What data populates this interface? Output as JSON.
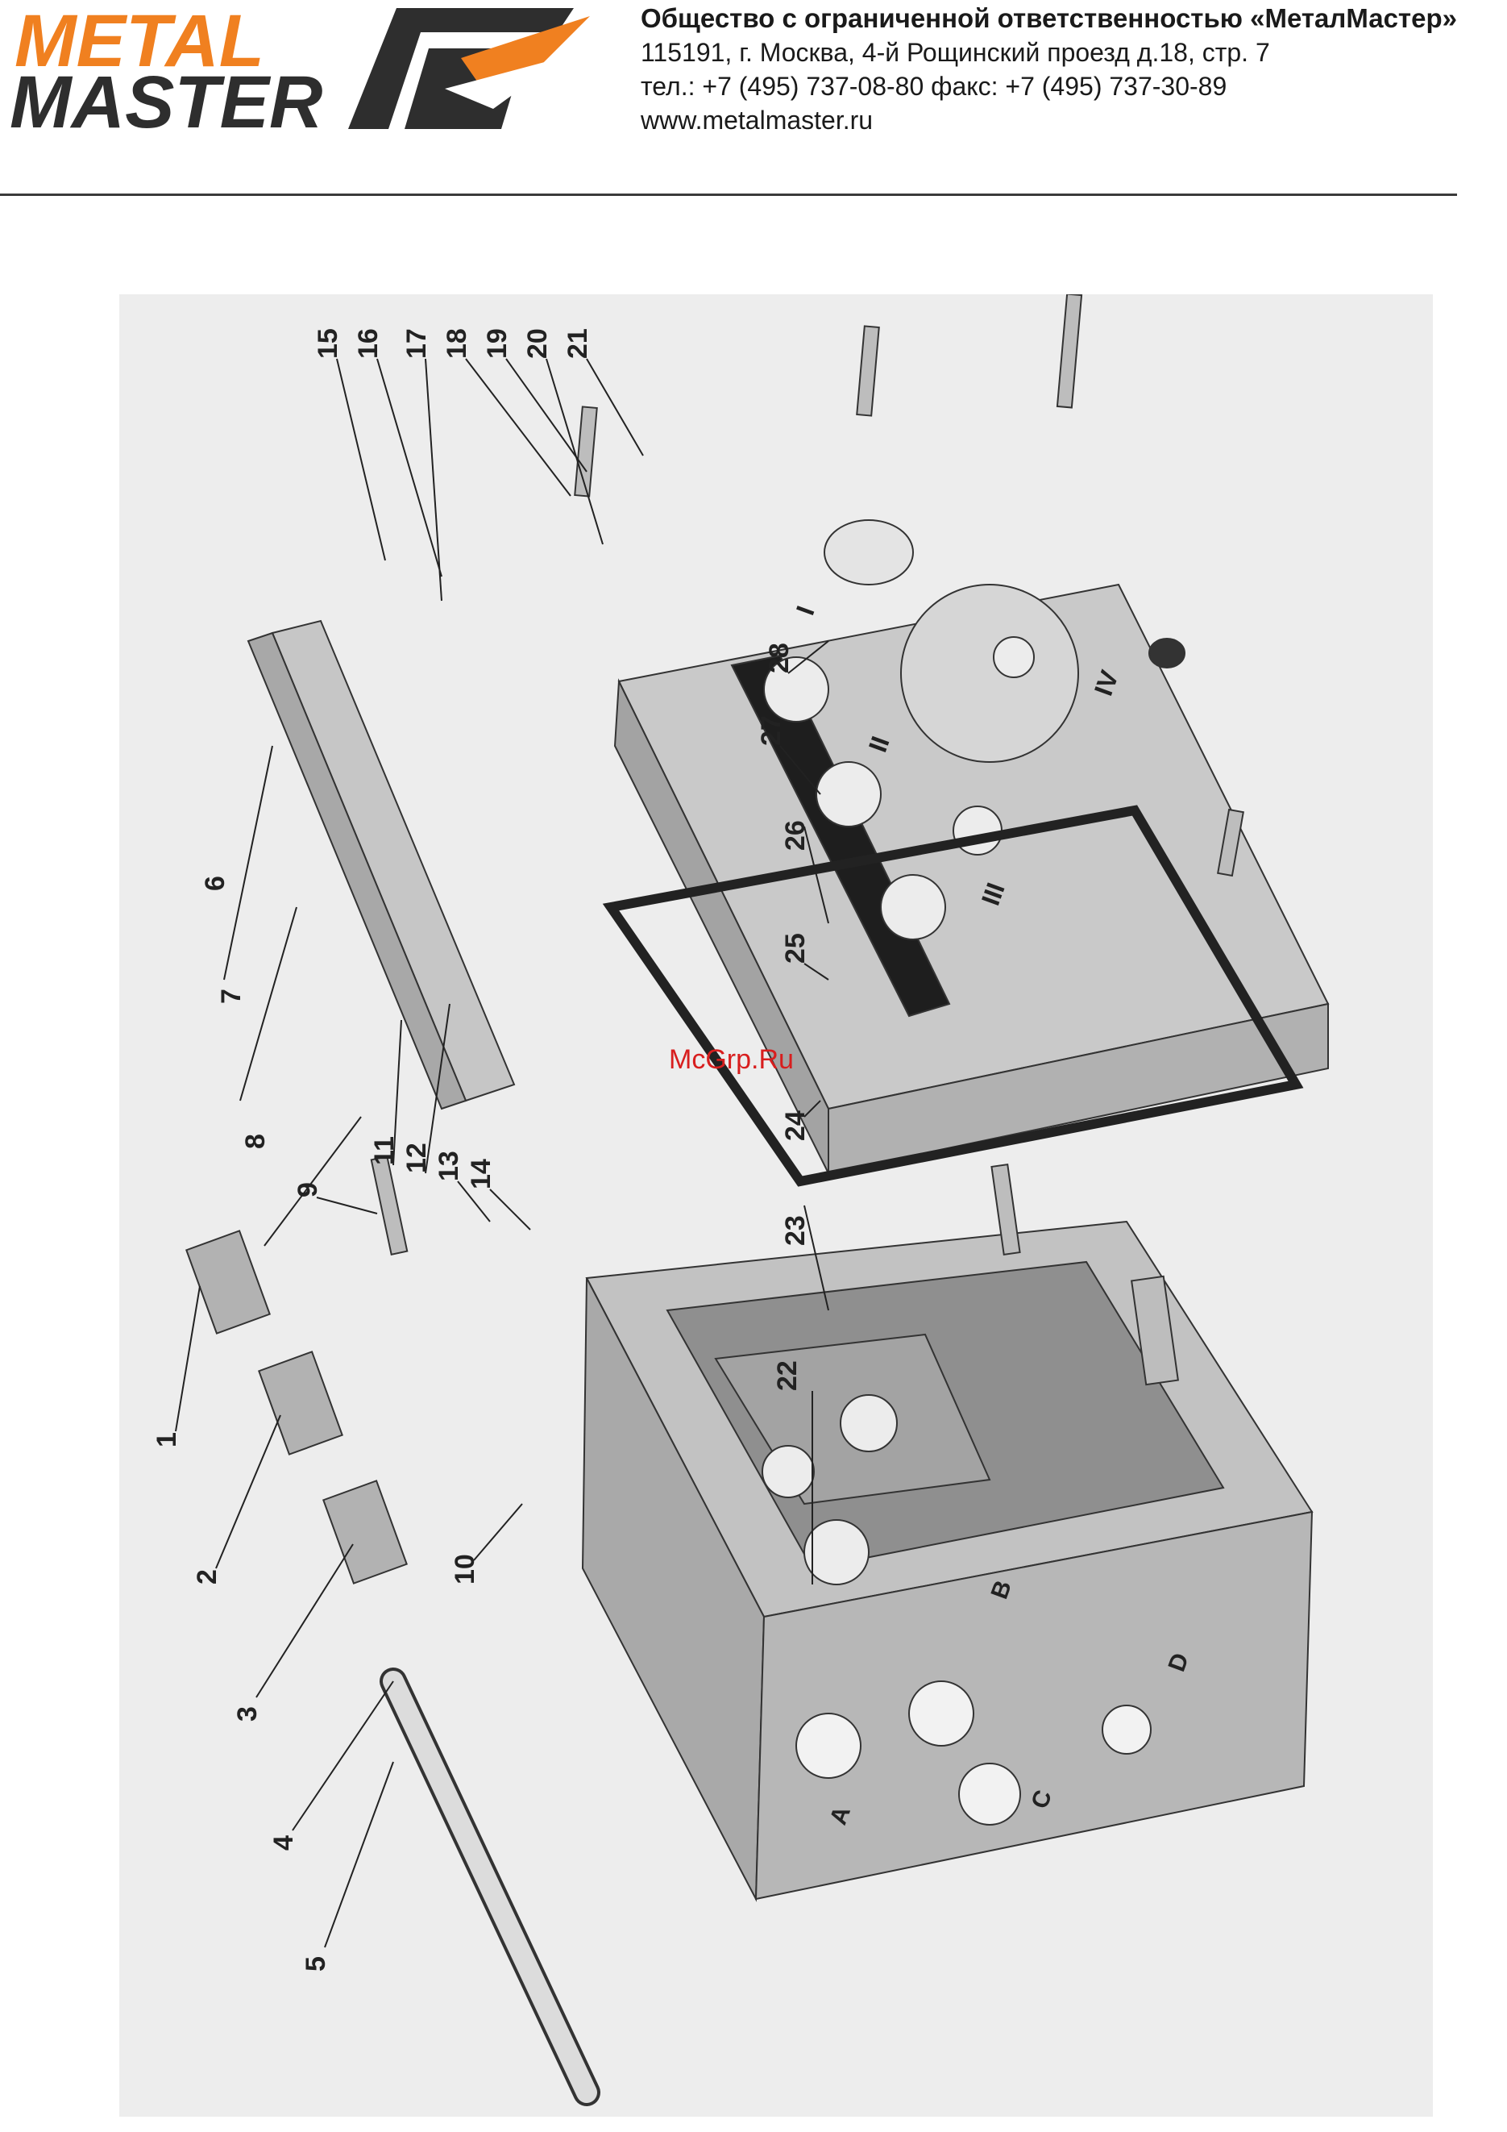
{
  "logo": {
    "line1": "METAL",
    "line2": "MASTER",
    "colors": {
      "orange": "#f08020",
      "gray": "#2e2e2e"
    }
  },
  "company": {
    "name": "Общество с ограниченной ответственностью «МеталМастер»",
    "address": "115191, г. Москва, 4-й Рощинский проезд д.18, стр. 7",
    "phones": "тел.: +7 (495) 737-08-80   факс: +7 (495) 737-30-89",
    "website": "www.metalmaster.ru"
  },
  "watermark": "McGrp.Ru",
  "diagram": {
    "part_numbers": [
      "1",
      "2",
      "3",
      "4",
      "5",
      "6",
      "7",
      "8",
      "9",
      "10",
      "11",
      "12",
      "13",
      "14",
      "15",
      "16",
      "17",
      "18",
      "19",
      "20",
      "21",
      "22",
      "23",
      "24",
      "25",
      "26",
      "27",
      "28"
    ],
    "port_letters": [
      "A",
      "B",
      "C",
      "D"
    ],
    "roman_labels": [
      "I",
      "II",
      "III",
      "IV"
    ]
  }
}
